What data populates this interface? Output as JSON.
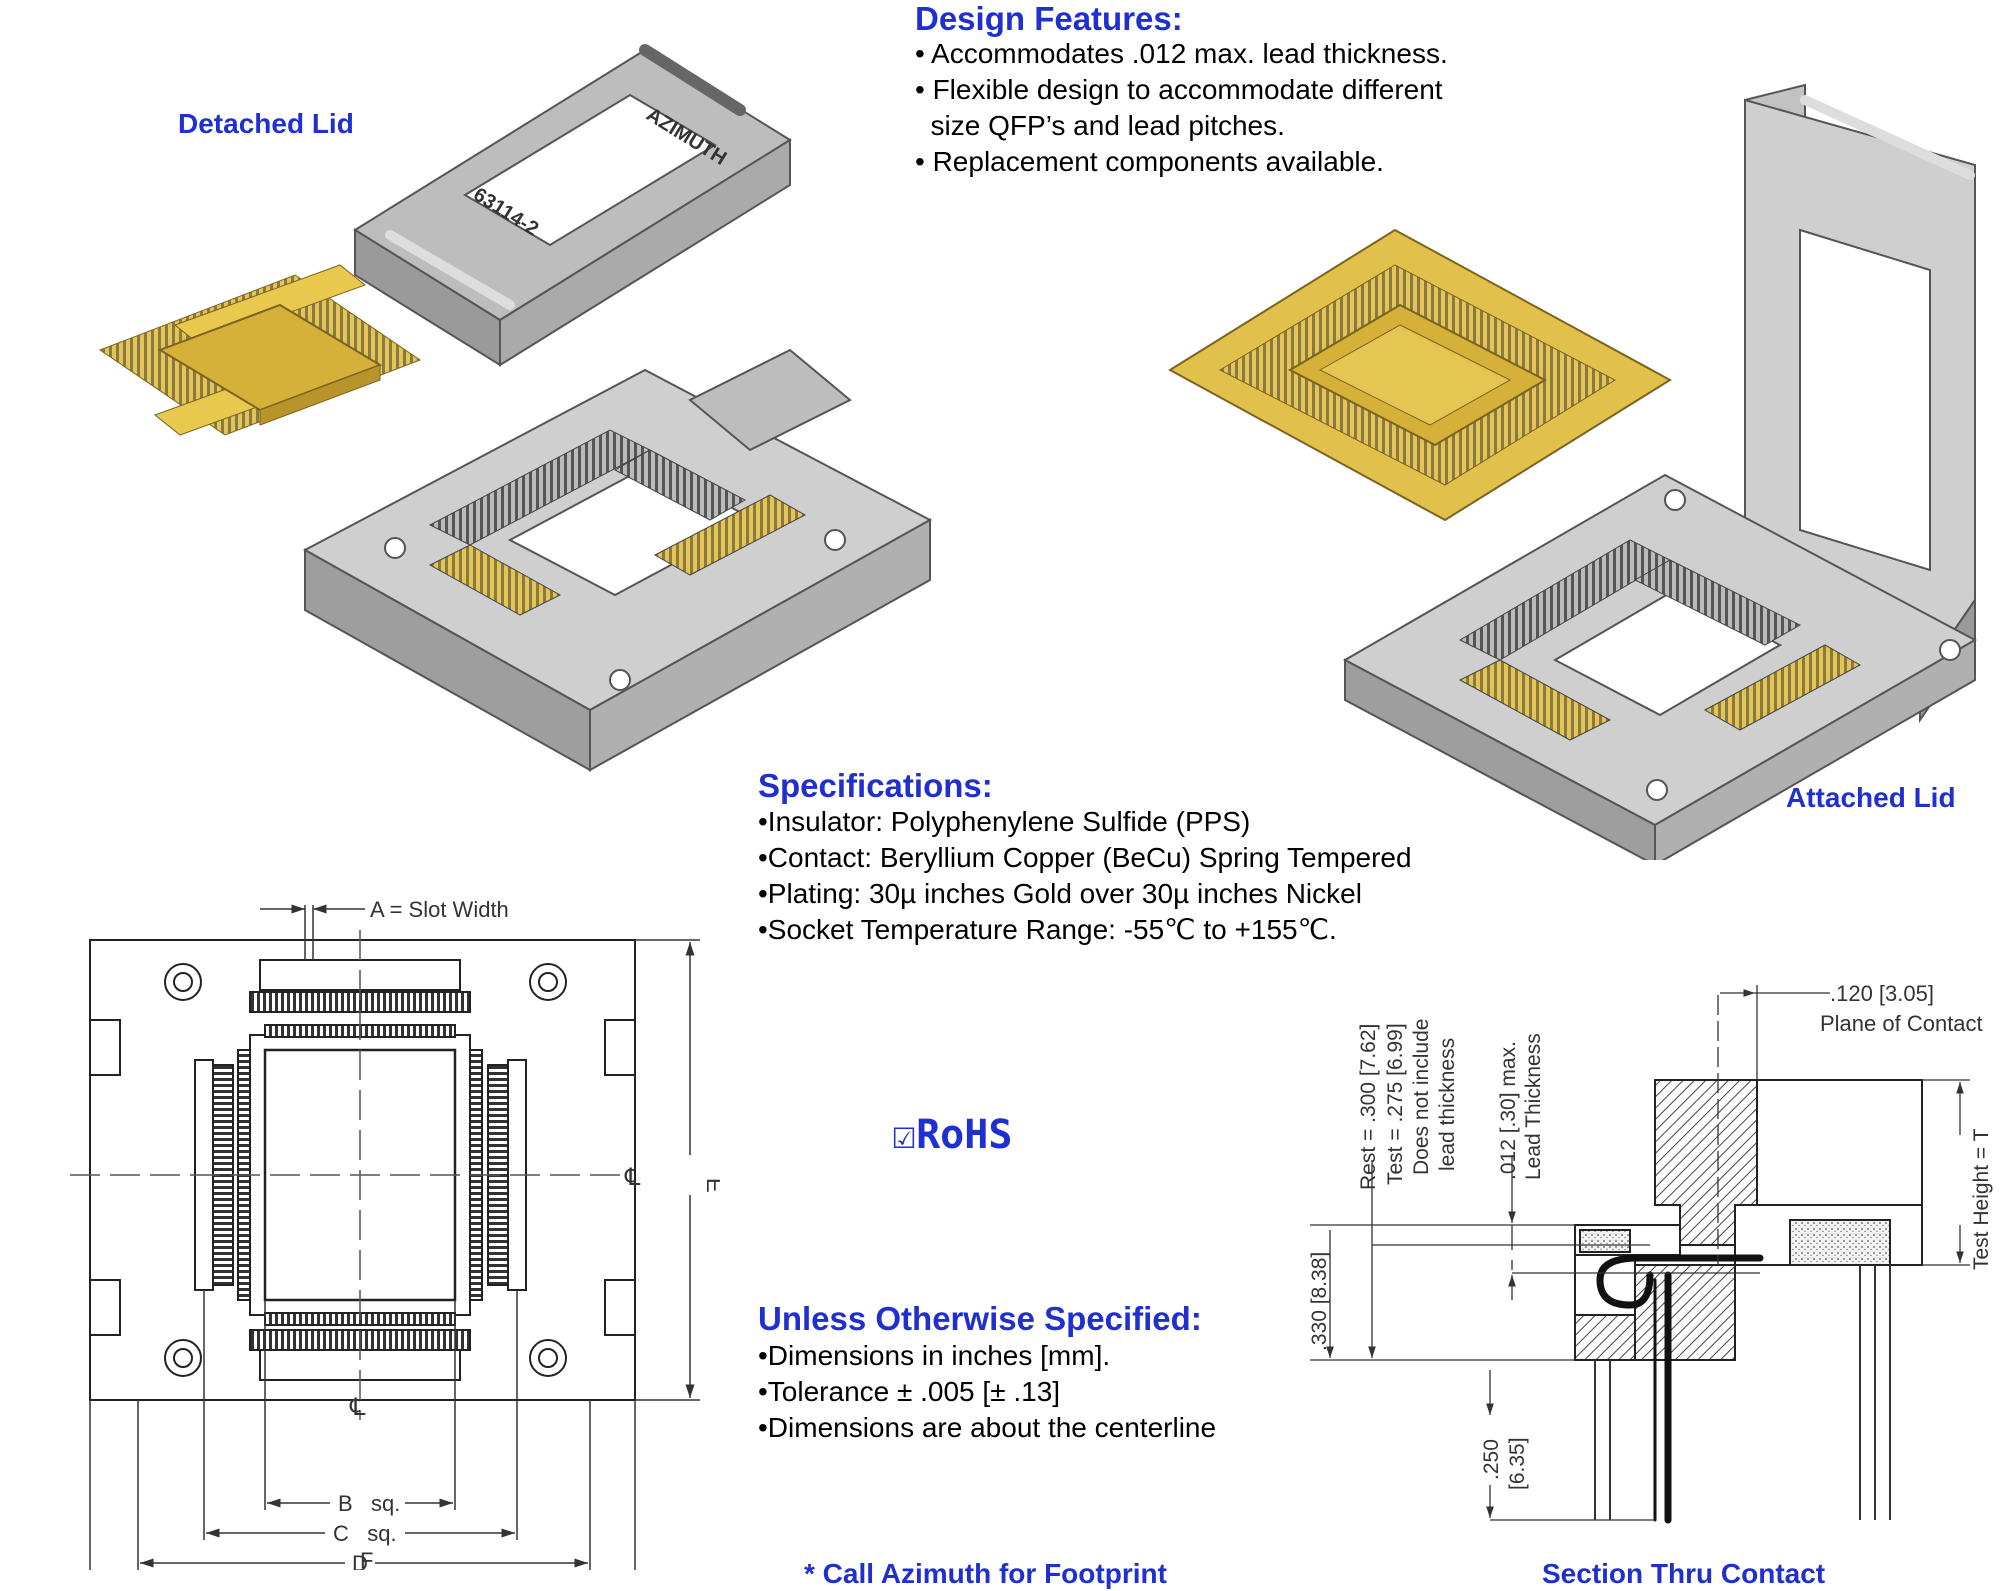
{
  "design_features": {
    "heading": "Design Features:",
    "items": [
      "• Accommodates .012 max. lead thickness.",
      "• Flexible design to accommodate different",
      "  size QFP’s and lead pitches.",
      "• Replacement components available."
    ]
  },
  "labels": {
    "detached_lid": "Detached  Lid",
    "attached_lid": "Attached  Lid",
    "lid_marking_1": "AZIMUTH",
    "lid_marking_2": "63114-2"
  },
  "specifications": {
    "heading": "Specifications:",
    "items": [
      "•Insulator: Polyphenylene Sulfide (PPS)",
      "•Contact: Beryllium Copper (BeCu) Spring Tempered",
      "•Plating: 30µ inches Gold over 30µ inches Nickel",
      "•Socket Temperature Range: -55℃ to +155℃."
    ]
  },
  "rohs": "☑RoHS",
  "unless": {
    "heading": "Unless Otherwise Specified:",
    "items": [
      "•Dimensions in inches [mm].",
      "•Tolerance ± .005 [± .13]",
      "•Dimensions are about the centerline"
    ]
  },
  "footprint_note": "* Call Azimuth for Footprint",
  "section_caption": "Section Thru Contact",
  "top_view_dims": {
    "a": "A = Slot Width",
    "b": "B   sq.",
    "c": "C   sq.",
    "d": "D",
    "f": "F",
    "e": "E",
    "cl": "℄"
  },
  "section_dims": {
    "plane_value": ".120 [3.05]",
    "plane_label": "Plane of Contact",
    "rest": "Rest = .300 [7.62]",
    "test": "Test = .275 [6.99]",
    "note1": "Does not include",
    "note2": "lead thickness",
    "lead1": ".012 [.30] max.",
    "lead2": "Lead Thickness",
    "h330": ".330 [8.38]",
    "h250a": ".250",
    "h250b": "[6.35]",
    "test_height": "Test Height = T"
  },
  "colors": {
    "accent_blue": "#1f2fd0",
    "gold": "#d9b53a",
    "socket_gray": "#c8c8c8"
  }
}
